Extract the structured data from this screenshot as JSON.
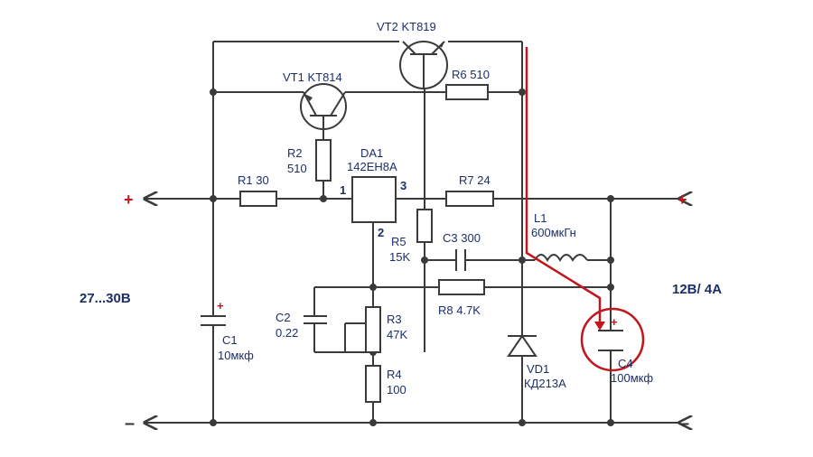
{
  "components": {
    "vt2": "VT2 KT819",
    "vt1": "VT1 KT814",
    "r6": "R6 510",
    "r2_name": "R2",
    "r2_value": "510",
    "da1_name": "DA1",
    "da1_type": "142EH8A",
    "pin1": "1",
    "pin2": "2",
    "pin3": "3",
    "r1": "R1 30",
    "r7": "R7 24",
    "l1_name": "L1",
    "l1_value": "600мкГн",
    "r5_name": "R5",
    "r5_value": "15K",
    "c3": "C3 300",
    "c2_name": "C2",
    "c2_value": "0.22",
    "r3_name": "R3",
    "r3_value": "47K",
    "r8": "R8 4.7K",
    "c1_name": "C1",
    "c1_value": "10мкф",
    "r4_name": "R4",
    "r4_value": "100",
    "vd1_name": "VD1",
    "vd1_type": "КД213А",
    "c4_name": "C4",
    "c4_value": "100мкф"
  },
  "supply": {
    "input_voltage": "27...30B",
    "output_rating": "12B/ 4A",
    "plus": "+",
    "minus": "–"
  },
  "colors": {
    "wire": "#3a3a3a",
    "text": "#1d2f6b",
    "highlight": "#c0161c"
  }
}
